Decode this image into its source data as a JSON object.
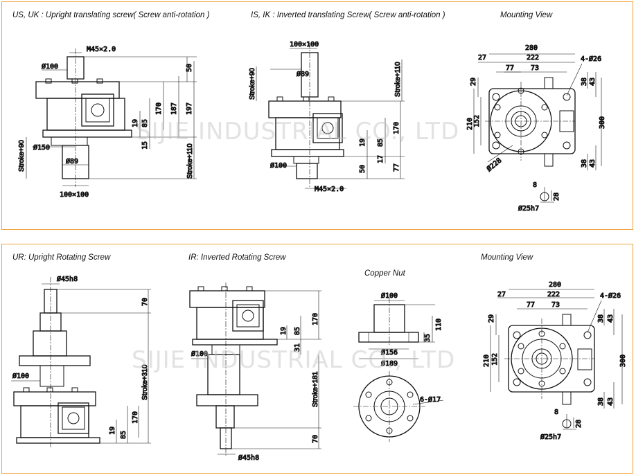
{
  "captions": {
    "us_uk": "US, UK : Upright translating screw( Screw anti-rotation )",
    "is_ik": "IS, IK : Inverted translating Screw( Screw anti-rotation )",
    "mount_top": "Mounting View",
    "ur": "UR: Upright Rotating Screw",
    "ir": "IR: Inverted Rotating Screw",
    "copper_nut": "Copper Nut",
    "mount_bottom": "Mounting View"
  },
  "watermark": "SIJIE INDUSTRIAL CO., LTD",
  "us": {
    "m45": "M45×2.0",
    "d100": "Ø100",
    "d150": "Ø150",
    "d89": "Ø89",
    "sq": "100×100",
    "stroke90": "Stroke+90",
    "stroke110": "Stroke+110",
    "v50": "50",
    "v170": "170",
    "v187": "187",
    "v197": "197",
    "v19": "19",
    "v85": "85",
    "v15": "15"
  },
  "is": {
    "sq": "100×100",
    "stroke90": "Stroke+90",
    "d89": "Ø89",
    "stroke110": "Stroke+110",
    "d100": "Ø100",
    "m45": "M45×2.0",
    "v170": "170",
    "v19": "19",
    "v85": "85",
    "v17": "17",
    "v50": "50",
    "v77": "77"
  },
  "mv1": {
    "w280": "280",
    "w27": "27",
    "w222": "222",
    "w77": "77",
    "w73": "73",
    "holes": "4-Ø26",
    "h29": "29",
    "h38a": "38",
    "h43a": "43",
    "h210": "210",
    "h152": "152",
    "h300": "300",
    "h38b": "38",
    "h43b": "43",
    "d228": "Ø228",
    "k8": "8",
    "k28": "28",
    "d25": "Ø25h7"
  },
  "ur": {
    "d45": "Ø45h8",
    "v70": "70",
    "d100": "Ø100",
    "stroke": "Stroke+310",
    "v170": "170",
    "v19": "19",
    "v85": "85"
  },
  "ir": {
    "v170": "170",
    "v19": "19",
    "v85": "85",
    "v31": "31",
    "d100": "Ø100",
    "stroke": "Stroke+181",
    "v70": "70",
    "d45": "Ø45h8"
  },
  "nut": {
    "d100": "Ø100",
    "v110": "110",
    "v35": "35",
    "d156": "Ø156",
    "d189": "Ø189",
    "holes": "6-Ø17"
  },
  "mv2": {
    "w280": "280",
    "w27": "27",
    "w222": "222",
    "w77": "77",
    "w73": "73",
    "holes": "4-Ø26",
    "h29": "29",
    "h38a": "38",
    "h43a": "43",
    "h210": "210",
    "h152": "152",
    "h300": "300",
    "h38b": "38",
    "h43b": "43",
    "k8": "8",
    "k28": "28",
    "d25": "Ø25h7"
  }
}
